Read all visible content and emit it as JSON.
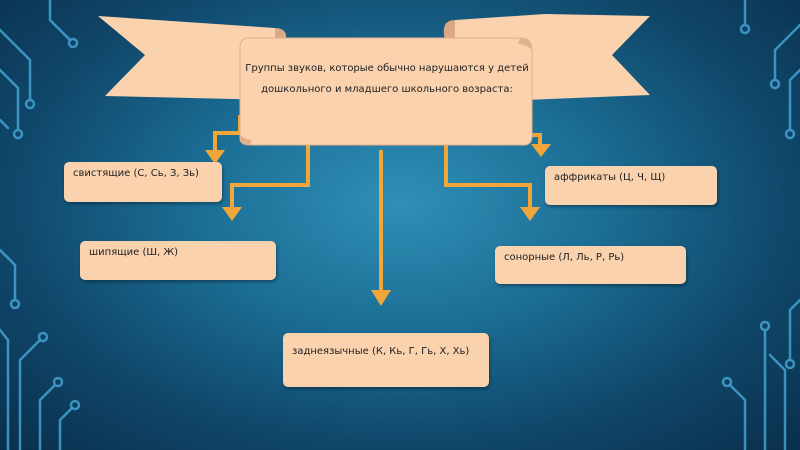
{
  "title": "Группы звуков, которые обычно нарушаются у детей дошкольного и младшего школьного возраста:",
  "groups": {
    "whistling": "свистящие (С, Сь, З, Зь)",
    "hissing": "шипящие (Ш, Ж)",
    "back_lingual": "заднеязычные (К, Кь, Г, Гь, Х, Хь)",
    "affricates": "аффрикаты (Ц, Ч, Щ)",
    "sonorant": "сонорные (Л, Ль, Р, Рь)"
  },
  "colors": {
    "box_fill": "#fbd2ae",
    "arrow": "#f0a63a",
    "background": "#1c6f96"
  }
}
